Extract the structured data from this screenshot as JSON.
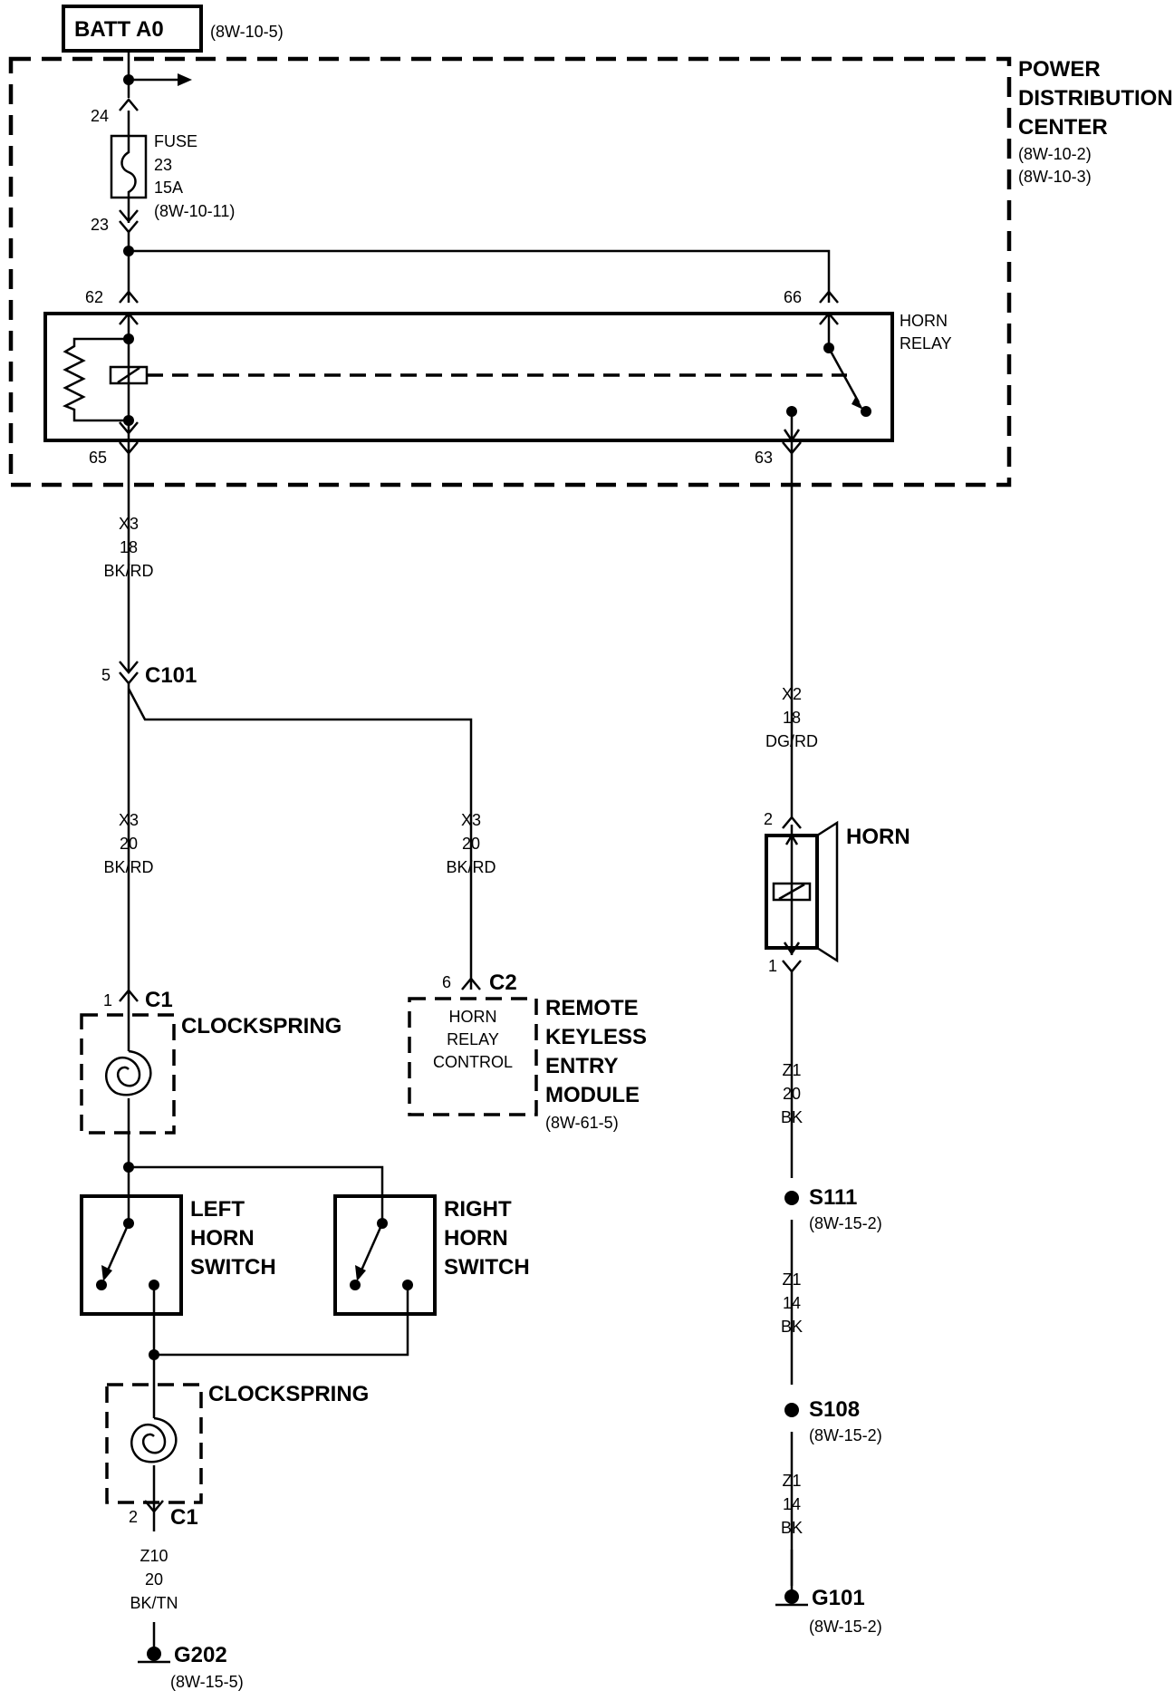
{
  "batt": {
    "label": "BATT A0",
    "ref": "(8W-10-5)"
  },
  "pdc": {
    "line1": "POWER",
    "line2": "DISTRIBUTION",
    "line3": "CENTER",
    "ref1": "(8W-10-2)",
    "ref2": "(8W-10-3)"
  },
  "fuse": {
    "label": "FUSE",
    "number": "23",
    "amps": "15A",
    "ref": "(8W-10-11)",
    "pin_top": "24",
    "pin_bottom": "23"
  },
  "relay": {
    "line1": "HORN",
    "line2": "RELAY",
    "pin_62": "62",
    "pin_66": "66",
    "pin_65": "65",
    "pin_63": "63"
  },
  "wire_x3_18": {
    "code": "X3",
    "gauge": "18",
    "color": "BK/RD"
  },
  "c101": {
    "pin": "5",
    "label": "C101"
  },
  "wire_x3_20_left": {
    "code": "X3",
    "gauge": "20",
    "color": "BK/RD"
  },
  "wire_x3_20_mid": {
    "code": "X3",
    "gauge": "20",
    "color": "BK/RD"
  },
  "wire_x2": {
    "code": "X2",
    "gauge": "18",
    "color": "DG/RD"
  },
  "horn": {
    "label": "HORN",
    "pin_top": "2",
    "pin_bottom": "1"
  },
  "clockspring_top": {
    "pin": "1",
    "conn": "C1",
    "label": "CLOCKSPRING"
  },
  "rke": {
    "pin": "6",
    "conn": "C2",
    "inner1": "HORN",
    "inner2": "RELAY",
    "inner3": "CONTROL",
    "line1": "REMOTE",
    "line2": "KEYLESS",
    "line3": "ENTRY",
    "line4": "MODULE",
    "ref": "(8W-61-5)"
  },
  "left_switch": {
    "line1": "LEFT",
    "line2": "HORN",
    "line3": "SWITCH"
  },
  "right_switch": {
    "line1": "RIGHT",
    "line2": "HORN",
    "line3": "SWITCH"
  },
  "clockspring_bottom": {
    "pin": "2",
    "conn": "C1",
    "label": "CLOCKSPRING"
  },
  "wire_z10": {
    "code": "Z10",
    "gauge": "20",
    "color": "BK/TN"
  },
  "g202": {
    "label": "G202",
    "ref": "(8W-15-5)"
  },
  "wire_z1_a": {
    "code": "Z1",
    "gauge": "20",
    "color": "BK"
  },
  "s111": {
    "label": "S111",
    "ref": "(8W-15-2)"
  },
  "wire_z1_b": {
    "code": "Z1",
    "gauge": "14",
    "color": "BK"
  },
  "s108": {
    "label": "S108",
    "ref": "(8W-15-2)"
  },
  "wire_z1_c": {
    "code": "Z1",
    "gauge": "14",
    "color": "BK"
  },
  "g101": {
    "label": "G101",
    "ref": "(8W-15-2)"
  }
}
